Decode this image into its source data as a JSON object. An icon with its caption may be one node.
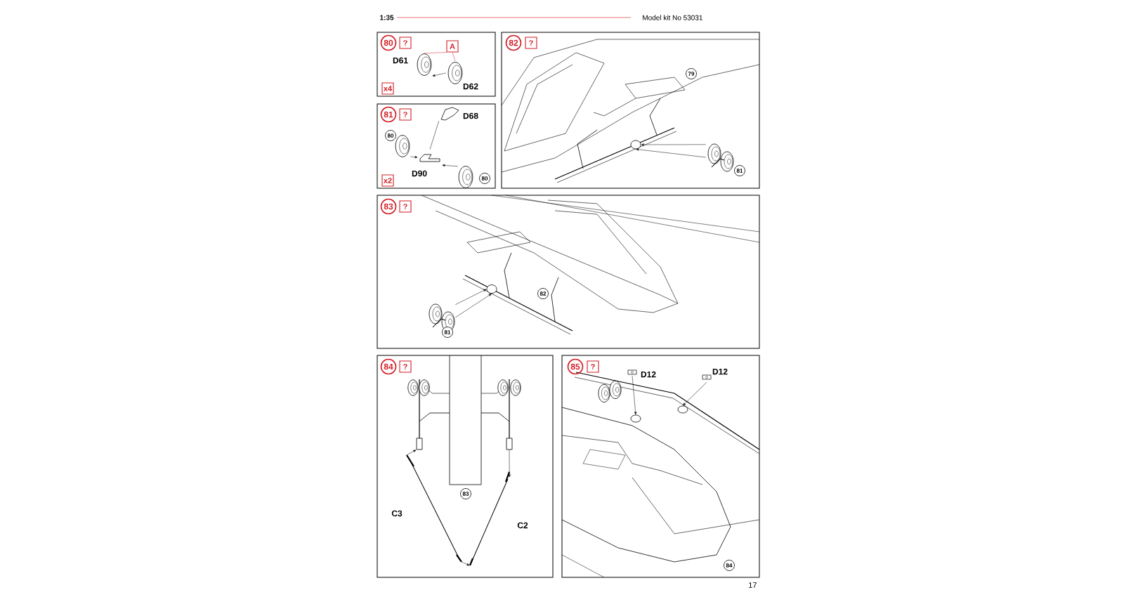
{
  "diagram": {
    "nodes": [
      {
        "text": [],
        "shape": "box"
      },
      {
        "text": [
          "80"
        ],
        "in": 0
      },
      {
        "text": [
          "?"
        ],
        "in": 0
      },
      {
        "text": [
          "A"
        ],
        "in": 0
      },
      {
        "text": [],
        "shape": "picture",
        "in": 0,
        "beside": [
          "D61"
        ]
      },
      {
        "text": [],
        "shape": "picture",
        "in": 0,
        "beside": [
          "D62"
        ]
      },
      {
        "text": [
          "x4"
        ],
        "in": 0
      },
      {
        "text": [],
        "shape": "box"
      },
      {
        "text": [
          "81"
        ],
        "in": 7
      },
      {
        "text": [
          "?"
        ],
        "in": 7
      },
      {
        "text": [],
        "shape": "picture",
        "in": 7,
        "beside": [
          "D68"
        ]
      },
      {
        "text": [
          "80"
        ],
        "in": 7
      },
      {
        "text": [],
        "shape": "picture",
        "in": 7
      },
      {
        "text": [],
        "shape": "picture",
        "in": 7,
        "beside": [
          "D90"
        ]
      },
      {
        "text": [],
        "shape": "picture",
        "in": 7
      },
      {
        "text": [
          "80"
        ],
        "in": 7
      },
      {
        "text": [
          "x2"
        ],
        "in": 7
      },
      {
        "text": [],
        "shape": "box"
      },
      {
        "text": [
          "82"
        ],
        "in": 17
      },
      {
        "text": [
          "?"
        ],
        "in": 17
      },
      {
        "text": [],
        "shape": "circle",
        "in": 17
      },
      {
        "text": [
          "79"
        ],
        "in": 17
      },
      {
        "text": [],
        "shape": "picture",
        "in": 17
      },
      {
        "text": [
          "81"
        ],
        "in": 17
      },
      {
        "text": [],
        "shape": "box"
      },
      {
        "text": [
          "83"
        ],
        "in": 24
      },
      {
        "text": [
          "?"
        ],
        "in": 24
      },
      {
        "text": [],
        "shape": "circle",
        "in": 24
      },
      {
        "text": [
          "82"
        ],
        "in": 24
      },
      {
        "text": [],
        "shape": "picture",
        "in": 24
      },
      {
        "text": [
          "81"
        ],
        "in": 24
      },
      {
        "text": [],
        "shape": "box"
      },
      {
        "text": [
          "84"
        ],
        "in": 31
      },
      {
        "text": [
          "?"
        ],
        "in": 31
      },
      {
        "text": [],
        "shape": "box",
        "in": 31
      },
      {
        "text": [],
        "shape": "picture",
        "in": 31,
        "beside": [
          "C3"
        ]
      },
      {
        "text": [],
        "shape": "picture",
        "in": 31,
        "beside": [
          "C2"
        ]
      },
      {
        "text": [
          "83"
        ],
        "in": 31
      },
      {
        "text": [],
        "shape": "box"
      },
      {
        "text": [
          "85"
        ],
        "in": 38
      },
      {
        "text": [
          "?"
        ],
        "in": 38
      },
      {
        "text": [],
        "shape": "circle",
        "in": 38
      },
      {
        "text": [],
        "shape": "picture",
        "in": 38,
        "beside": [
          "D12"
        ]
      },
      {
        "text": [],
        "shape": "picture",
        "in": 38,
        "beside": [
          "D12"
        ]
      },
      {
        "text": [
          "84"
        ],
        "in": 38
      },
      {
        "text": [],
        "shape": "box",
        "in": 31
      },
      {
        "text": [],
        "shape": "circle",
        "in": 38
      }
    ],
    "edges": [
      {
        "from": 3,
        "to": 4,
        "arrow": "none",
        "color": "#d21f26"
      },
      {
        "from": 3,
        "to": 5,
        "arrow": "none",
        "color": "#d21f26"
      },
      {
        "from": 5,
        "to": 4,
        "arrow": "to"
      },
      {
        "from": 10,
        "to": 13,
        "arrow": "none"
      },
      {
        "from": 12,
        "to": 13,
        "arrow": "to"
      },
      {
        "from": 14,
        "to": 13,
        "arrow": "to"
      },
      {
        "from": 22,
        "to": 20,
        "arrow": "to"
      },
      {
        "from": 22,
        "to": 20,
        "arrow": "to"
      },
      {
        "from": 29,
        "to": 27,
        "arrow": "to"
      },
      {
        "from": 29,
        "to": 27,
        "arrow": "to"
      },
      {
        "from": 35,
        "to": 34,
        "arrow": "to"
      },
      {
        "from": 45,
        "to": 36,
        "arrow": "to"
      },
      {
        "from": 35,
        "to": 36,
        "arrow": "to"
      },
      {
        "from": 42,
        "to": 41,
        "arrow": "to"
      },
      {
        "from": 43,
        "to": 46,
        "arrow": "to"
      }
    ],
    "labels": [
      "1:35",
      "Model kit No 53031",
      "17"
    ]
  }
}
